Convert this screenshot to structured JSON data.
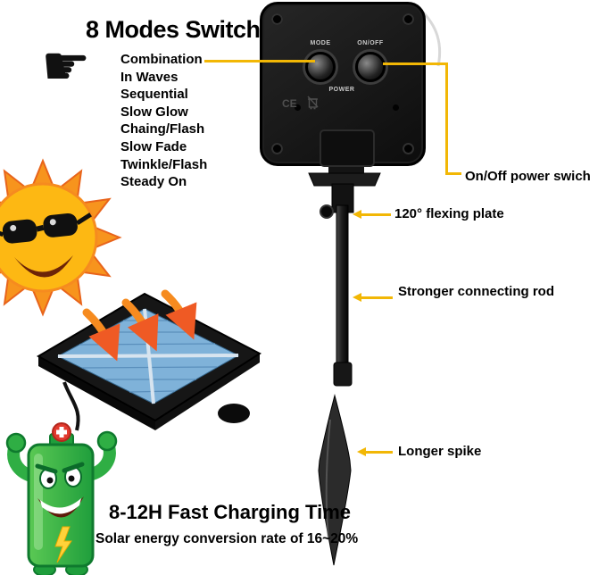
{
  "modes": {
    "title": "8 Modes Switch",
    "items": [
      "Combination",
      "In Waves",
      "Sequential",
      "Slow Glow",
      "Chaing/Flash",
      "Slow Fade",
      "Twinkle/Flash",
      "Steady On"
    ]
  },
  "device": {
    "mode_button_label": "MODE",
    "onoff_button_label": "ON/OFF",
    "power_label": "POWER",
    "ce_mark": "CE"
  },
  "callouts": {
    "power_switch": "On/Off power swich",
    "flexing_plate": "120° flexing plate",
    "connecting_rod": "Stronger connecting rod",
    "longer_spike": "Longer spike"
  },
  "charging": {
    "title": "8-12H Fast Charging Time",
    "subtitle": "Solar energy conversion rate of 16~20%"
  },
  "colors": {
    "accent_yellow": "#F2B705",
    "device_black": "#151515",
    "panel_blue": "#7FB2D9",
    "sun_orange": "#F7941D",
    "battery_green": "#2FAE44",
    "arrow_orange": "#F68B1F"
  }
}
